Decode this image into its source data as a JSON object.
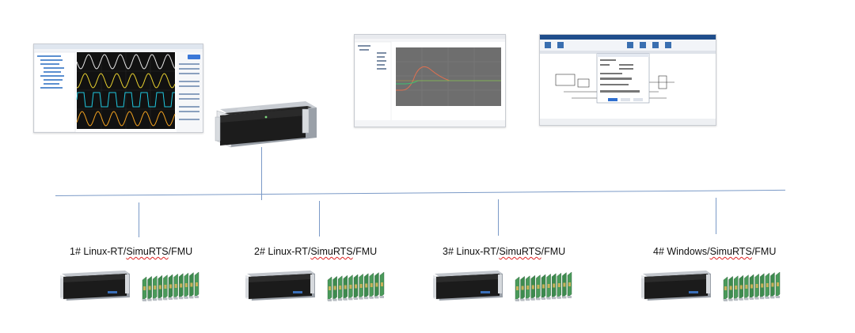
{
  "nodes": [
    {
      "prefix": "1# Linux-RT/",
      "tool": "SimuRTS",
      "suffix": "/FMU"
    },
    {
      "prefix": "2# Linux-RT/",
      "tool": "SimuRTS",
      "suffix": "/FMU"
    },
    {
      "prefix": "3# Linux-RT/",
      "tool": "SimuRTS",
      "suffix": "/FMU"
    },
    {
      "prefix": "4# Windows/",
      "tool": "SimuRTS",
      "suffix": "/FMU"
    }
  ],
  "colors": {
    "network_line": "#7b9ac7",
    "label_underline": "#dd2222",
    "scope_bg": "#111111",
    "scope_trace_white": "#e8e8e8",
    "scope_trace_yellow": "#e8d030",
    "scope_trace_cyan": "#20c8e0",
    "scope_trace_orange": "#f0a020"
  },
  "icons": {
    "host": "rack-server-icon",
    "node_server": "rack-server-icon",
    "node_cards": "io-card-rack-icon",
    "screens": [
      "oscilloscope-software-screenshot",
      "plot-software-screenshot",
      "simulink-software-screenshot"
    ]
  }
}
